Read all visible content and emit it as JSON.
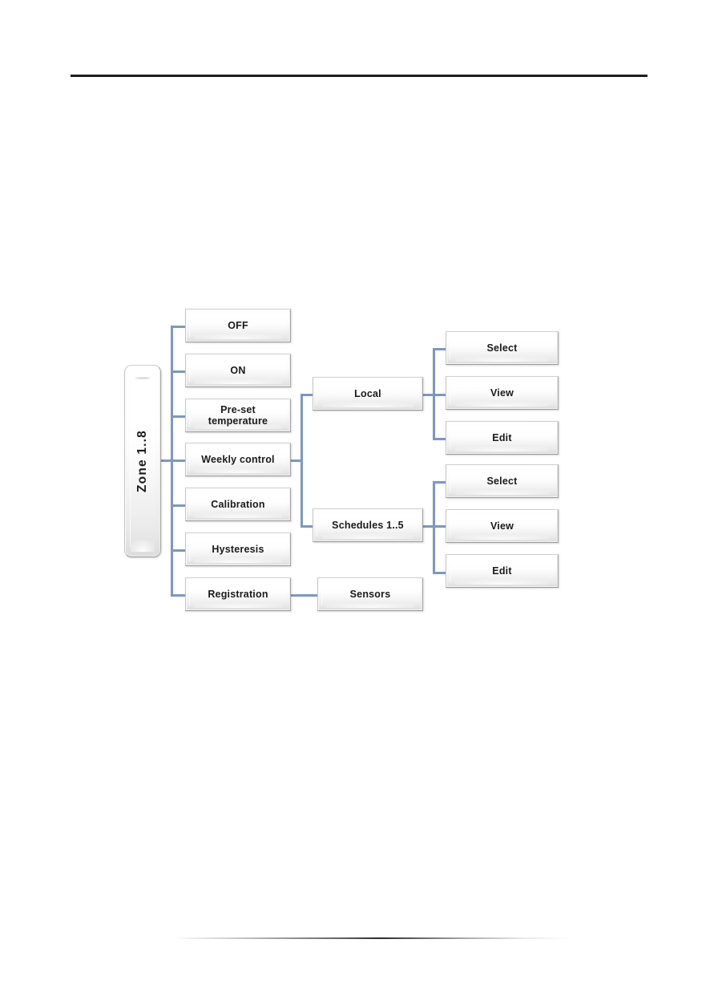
{
  "page": {
    "header_rule": "horizontal-rule",
    "footer_rule": "gradient-divider"
  },
  "diagram": {
    "type": "menu-tree",
    "root": {
      "id": "zone",
      "label": "Zone 1..8",
      "orientation": "vertical"
    },
    "level1": [
      {
        "id": "off",
        "label": "OFF"
      },
      {
        "id": "on",
        "label": "ON"
      },
      {
        "id": "pre-set-temperature",
        "label": "Pre-set\ntemperature"
      },
      {
        "id": "weekly-control",
        "label": "Weekly control"
      },
      {
        "id": "calibration",
        "label": "Calibration"
      },
      {
        "id": "hysteresis",
        "label": "Hysteresis"
      },
      {
        "id": "registration",
        "label": "Registration"
      }
    ],
    "level2": [
      {
        "id": "local",
        "label": "Local",
        "parent": "weekly-control"
      },
      {
        "id": "schedules",
        "label": "Schedules 1..5",
        "parent": "weekly-control"
      },
      {
        "id": "sensors",
        "label": "Sensors",
        "parent": "registration"
      }
    ],
    "level3_local": [
      {
        "id": "local-select",
        "label": "Select"
      },
      {
        "id": "local-view",
        "label": "View"
      },
      {
        "id": "local-edit",
        "label": "Edit"
      }
    ],
    "level3_schedules": [
      {
        "id": "schedules-select",
        "label": "Select"
      },
      {
        "id": "schedules-view",
        "label": "View"
      },
      {
        "id": "schedules-edit",
        "label": "Edit"
      }
    ],
    "colors": {
      "connector": "#7b97c6",
      "node_border": "#b9b9b9",
      "node_fill": "#f4f4f4",
      "text": "#1a1a1a",
      "header_rule": "#1d1d1d"
    }
  }
}
